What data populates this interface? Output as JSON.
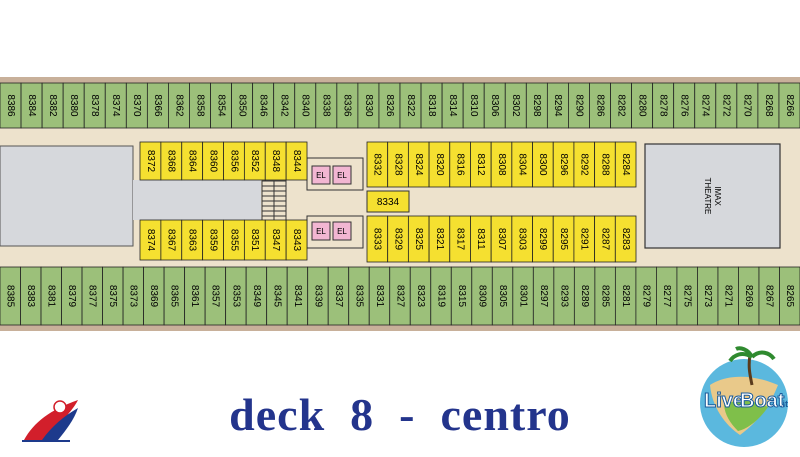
{
  "map": {
    "title": "deck  8  -  centro",
    "theatre_label_line1": "IMAX",
    "theatre_label_line2": "THEATRE",
    "elevator_label": "EL",
    "center_cabin": "8334",
    "cabins": {
      "top_outer": [
        "8386",
        "8384",
        "8382",
        "8380",
        "8378",
        "8374",
        "8370",
        "8366",
        "8362",
        "8358",
        "8354",
        "8350",
        "8346",
        "8342",
        "8340",
        "8338",
        "8336",
        "8330",
        "8326",
        "8322",
        "8318",
        "8314",
        "8310",
        "8306",
        "8302",
        "8298",
        "8294",
        "8290",
        "8286",
        "8282",
        "8280",
        "8278",
        "8276",
        "8274",
        "8272",
        "8270",
        "8268",
        "8266"
      ],
      "top_inner_left": [
        "8372",
        "8368",
        "8364",
        "8360",
        "8356",
        "8352",
        "8348",
        "8344"
      ],
      "top_inner_right": [
        "8332",
        "8328",
        "8324",
        "8320",
        "8316",
        "8312",
        "8308",
        "8304",
        "8300",
        "8296",
        "8292",
        "8288",
        "8284"
      ],
      "bottom_inner_left": [
        "8374",
        "8367",
        "8363",
        "8359",
        "8355",
        "8351",
        "8347",
        "8343"
      ],
      "bottom_inner_right": [
        "8333",
        "8329",
        "8325",
        "8321",
        "8317",
        "8311",
        "8307",
        "8303",
        "8299",
        "8295",
        "8291",
        "8287",
        "8283"
      ],
      "bottom_outer": [
        "8385",
        "8383",
        "8381",
        "8379",
        "8377",
        "8375",
        "8373",
        "8369",
        "8365",
        "8361",
        "8357",
        "8353",
        "8349",
        "8345",
        "8341",
        "8339",
        "8337",
        "8335",
        "8331",
        "8327",
        "8323",
        "8319",
        "8315",
        "8309",
        "8305",
        "8301",
        "8297",
        "8293",
        "8289",
        "8285",
        "8281",
        "8279",
        "8277",
        "8275",
        "8273",
        "8271",
        "8269",
        "8267",
        "8265"
      ]
    }
  },
  "colors": {
    "outer_cabin": "#9cc07a",
    "inner_cabin": "#f5e030",
    "corridor": "#ede2cc",
    "public_area": "#d6d8dc",
    "elevator": "#f2b6d2",
    "hull": "#c8b09a",
    "title_text": "#23348c"
  },
  "icons": {
    "left_logo": "carnival-funnel-logo",
    "right_logo": "liveboat-globe-logo",
    "logo_text_1": "Live",
    "logo_text_2": "Boat",
    "logo_text_3": ".it"
  }
}
